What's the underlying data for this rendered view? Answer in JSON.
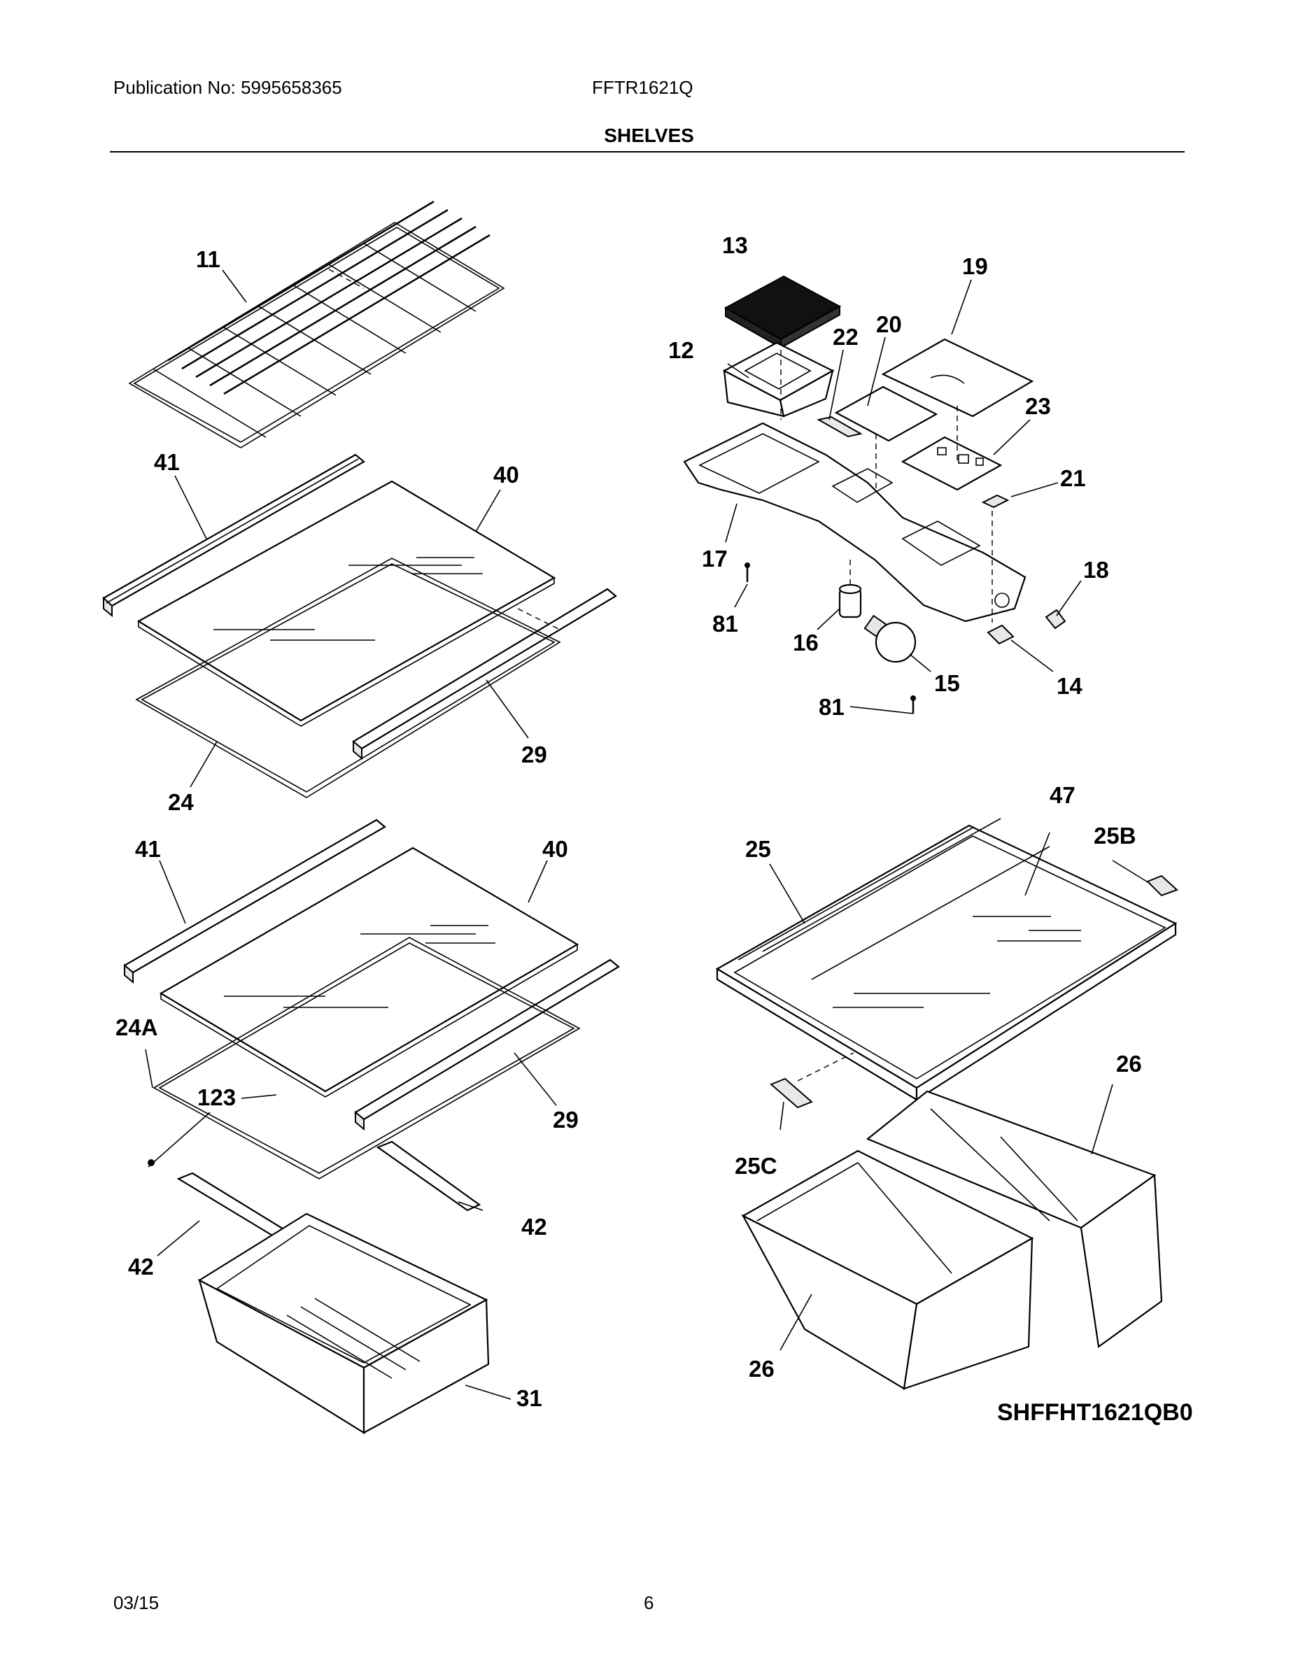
{
  "header": {
    "publication": "Publication No: 5995658365",
    "model": "FFTR1621Q",
    "section_title": "SHELVES"
  },
  "diagram": {
    "code": "SHFFHT1621QB0",
    "callouts": [
      "11",
      "41",
      "40",
      "29",
      "24",
      "41",
      "40",
      "24A",
      "123",
      "29",
      "42",
      "42",
      "31",
      "13",
      "12",
      "22",
      "20",
      "19",
      "23",
      "21",
      "17",
      "81",
      "16",
      "15",
      "14",
      "18",
      "81",
      "47",
      "25",
      "25B",
      "25C",
      "26",
      "26"
    ]
  },
  "footer": {
    "date": "03/15",
    "page": "6"
  }
}
